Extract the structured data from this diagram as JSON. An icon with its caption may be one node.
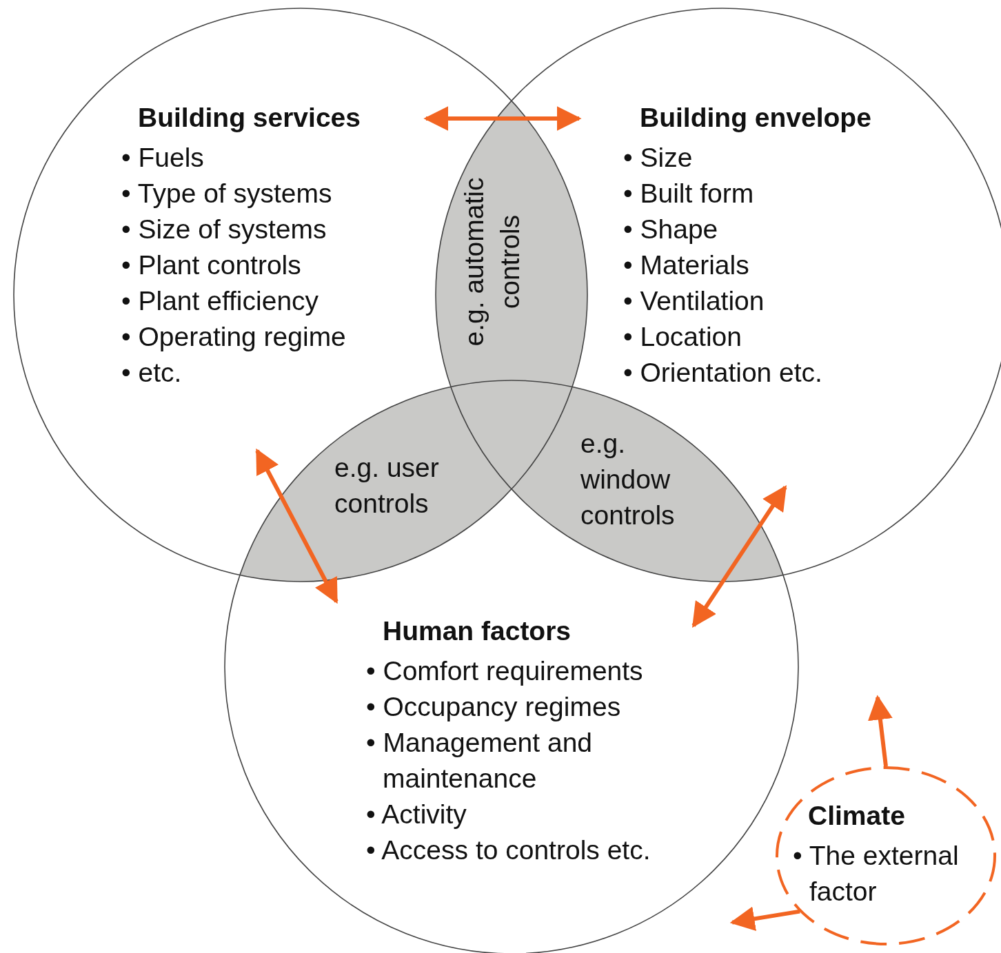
{
  "diagram": {
    "nodes": [
      {
        "text": [
          "Building services",
          "• Fuels",
          "• Type of systems",
          "• Size of systems",
          "• Plant controls",
          "• Plant efficiency",
          "• Operating regime",
          "• etc."
        ]
      },
      {
        "text": [
          "Building envelope",
          "• Size",
          "• Built form",
          "• Shape",
          "• Materials",
          "• Ventilation",
          "• Location",
          "• Orientation etc."
        ]
      },
      {
        "text": [
          "Human factors",
          "• Comfort requirements",
          "• Occupancy regimes",
          "• Management and maintenance",
          "• Activity",
          "• Access to controls etc."
        ]
      },
      {
        "text": [
          "e.g. automatic controls"
        ]
      },
      {
        "text": [
          "e.g. user controls"
        ]
      },
      {
        "text": [
          "e.g. window controls"
        ]
      },
      {
        "text": [
          "Climate",
          "• The external factor"
        ]
      }
    ],
    "edges": [
      {
        "from": 0,
        "to": 1,
        "arrow": "both"
      },
      {
        "from": 0,
        "to": 2,
        "arrow": "both"
      },
      {
        "from": 1,
        "to": 2,
        "arrow": "both"
      },
      {
        "from": 6,
        "to": null,
        "arrow": "to"
      },
      {
        "from": 6,
        "to": null,
        "arrow": "to"
      }
    ]
  }
}
